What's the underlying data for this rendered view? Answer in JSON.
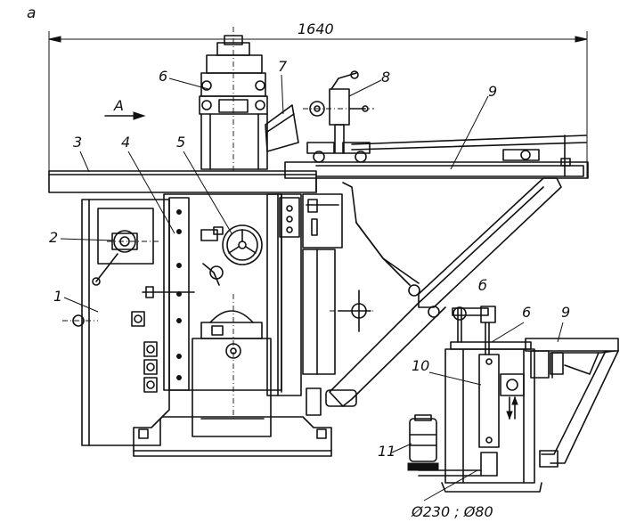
{
  "figure": {
    "panel_a": "а",
    "panel_b": "б",
    "dimension_width": "1640",
    "view_arrow": "А",
    "dimension_pulley": "Ø230 ; Ø80",
    "callouts": [
      "1",
      "2",
      "3",
      "4",
      "5",
      "6",
      "7",
      "8",
      "9",
      "10",
      "11"
    ],
    "callouts_b": [
      "6",
      "9"
    ]
  }
}
